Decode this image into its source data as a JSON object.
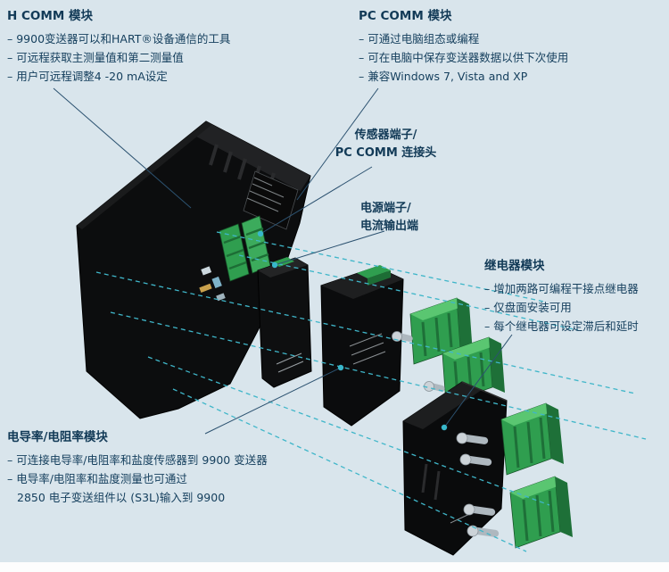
{
  "colors": {
    "background": "#d9e5ec",
    "heading_text": "#123a57",
    "body_text": "#16405e",
    "leader_line": "#2c5270",
    "guide_dash_line": "#3fb6c9",
    "connector_green": "#2f9e4f",
    "module_black": "#0c0d0e"
  },
  "callouts": {
    "h_comm": {
      "title": "H COMM 模块",
      "items": [
        "– 9900变送器可以和HART®设备通信的工具",
        "– 可远程获取主测量值和第二测量值",
        "– 用户可远程调整4 -20 mA设定"
      ]
    },
    "pc_comm": {
      "title": "PC COMM 模块",
      "items": [
        "– 可通过电脑组态或编程",
        "– 可在电脑中保存变送器数据以供下次使用",
        "– 兼容Windows 7, Vista and XP"
      ]
    },
    "sensor_terminal": {
      "line1": "传感器端子/",
      "line2": "PC COMM 连接头"
    },
    "power_terminal": {
      "line1": "电源端子/",
      "line2": "电流输出端"
    },
    "relay": {
      "title": "继电器模块",
      "items": [
        "– 增加两路可编程干接点继电器",
        "– 仅盘面安装可用",
        "– 每个继电器可设定滞后和延时"
      ]
    },
    "conductivity": {
      "title": "电导率/电阻率模块",
      "items": [
        "– 可连接电导率/电阻率和盐度传感器到 9900 变送器",
        "– 电导率/电阻率和盐度测量也可通过",
        "2850 电子变送组件以 (S3L)输入到 9900"
      ]
    }
  }
}
